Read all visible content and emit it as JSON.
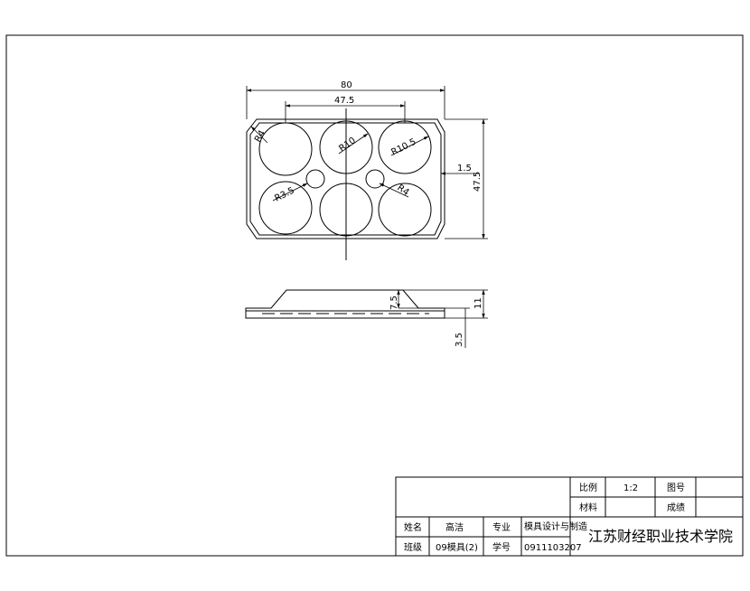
{
  "drawing": {
    "top_view_dims": {
      "overall_width": "80",
      "hole_pitch": "47.5",
      "overall_height": "47.5",
      "rim_step": "1.5",
      "radius_corner": "R4",
      "radius_top_center": "R10",
      "radius_top_right": "R10.5",
      "radius_small_left": "R3.5",
      "radius_small_right": "R4"
    },
    "side_view_dims": {
      "cavity_depth": "7.5",
      "total_height": "11",
      "base_thickness": "3.5"
    }
  },
  "title_block": {
    "scale_label": "比例",
    "scale_value": "1:2",
    "drawing_no_label": "图号",
    "material_label": "材料",
    "score_label": "成绩",
    "name_label": "姓名",
    "name_value": "高洁",
    "major_label": "专业",
    "major_value": "模具设计与制造",
    "class_label": "班级",
    "class_value": "09模具(2)",
    "student_id_label": "学号",
    "student_id_value": "0911103207",
    "school": "江苏财经职业技术学院"
  }
}
